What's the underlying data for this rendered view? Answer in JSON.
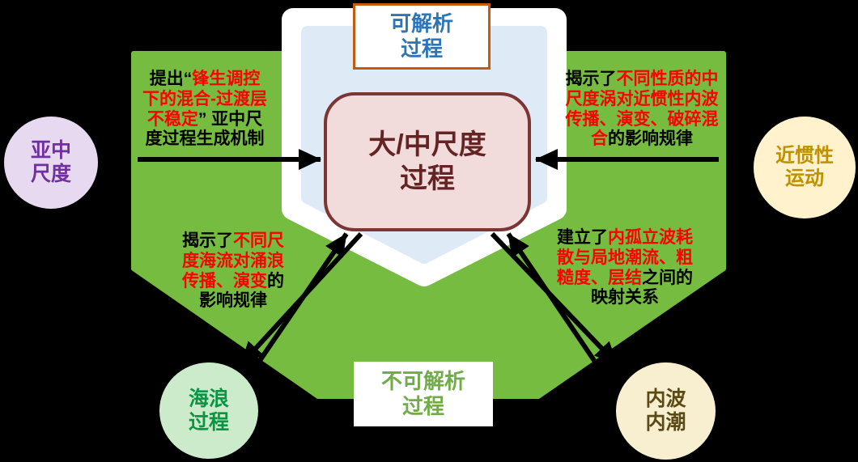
{
  "colors": {
    "background": "#000000",
    "field_green": "#76BC40",
    "shield_white": "#FFFFFF",
    "shield_blue": "#DEEAF6",
    "center_fill": "#F2DCDB",
    "center_border": "#7B3535",
    "center_text": "#632423",
    "top_label_border": "#C55A11",
    "top_label_text": "#2E75B6",
    "bottom_label_text": "#70AD47",
    "arrow": "#000000",
    "highlight_red": "#FF0000",
    "text_black": "#000000"
  },
  "center_box": {
    "label": "大/中尺度\n过程"
  },
  "top_label": {
    "label": "可解析\n过程"
  },
  "bottom_label": {
    "label": "不可解析\n过程"
  },
  "nodes": {
    "submesoscale": {
      "label": "亚中\n尺度",
      "fill": "#E6D9F0",
      "text_color": "#7030A0"
    },
    "near_inertial": {
      "label": "近惯性\n运动",
      "fill": "#FFF2CC",
      "text_color": "#BF9000"
    },
    "ocean_wave": {
      "label": "海浪\n过程",
      "fill": "#CBEBCB",
      "text_color": "#0B9444"
    },
    "internal_tide": {
      "label": "内波\n内潮",
      "fill": "#F7EFCF",
      "text_color": "#5C4A16"
    }
  },
  "annotations": {
    "submesoscale_mechanism": {
      "segments": [
        {
          "text": "提出“",
          "color": "#000000"
        },
        {
          "text": "锋生调控\n下的混合-过渡层\n不稳定",
          "color": "#FF0000"
        },
        {
          "text": "” 亚中尺\n度过程生成机制",
          "color": "#000000"
        }
      ]
    },
    "near_inertial_finding": {
      "segments": [
        {
          "text": "揭示了",
          "color": "#000000"
        },
        {
          "text": "不同性质的中\n尺度涡对近惯性内波\n传播、演变、破碎混\n合",
          "color": "#FF0000"
        },
        {
          "text": "的影响规律",
          "color": "#000000"
        }
      ]
    },
    "ocean_wave_finding": {
      "segments": [
        {
          "text": "揭示了",
          "color": "#000000"
        },
        {
          "text": "不同尺\n度海流对涌浪\n传播、演变",
          "color": "#FF0000"
        },
        {
          "text": "的\n影响规律",
          "color": "#000000"
        }
      ]
    },
    "internal_tide_finding": {
      "segments": [
        {
          "text": "建立了",
          "color": "#000000"
        },
        {
          "text": "内孤立波耗\n散与局地潮流、粗\n糙度、层结",
          "color": "#FF0000"
        },
        {
          "text": "之间的\n映射关系",
          "color": "#000000"
        }
      ]
    }
  }
}
